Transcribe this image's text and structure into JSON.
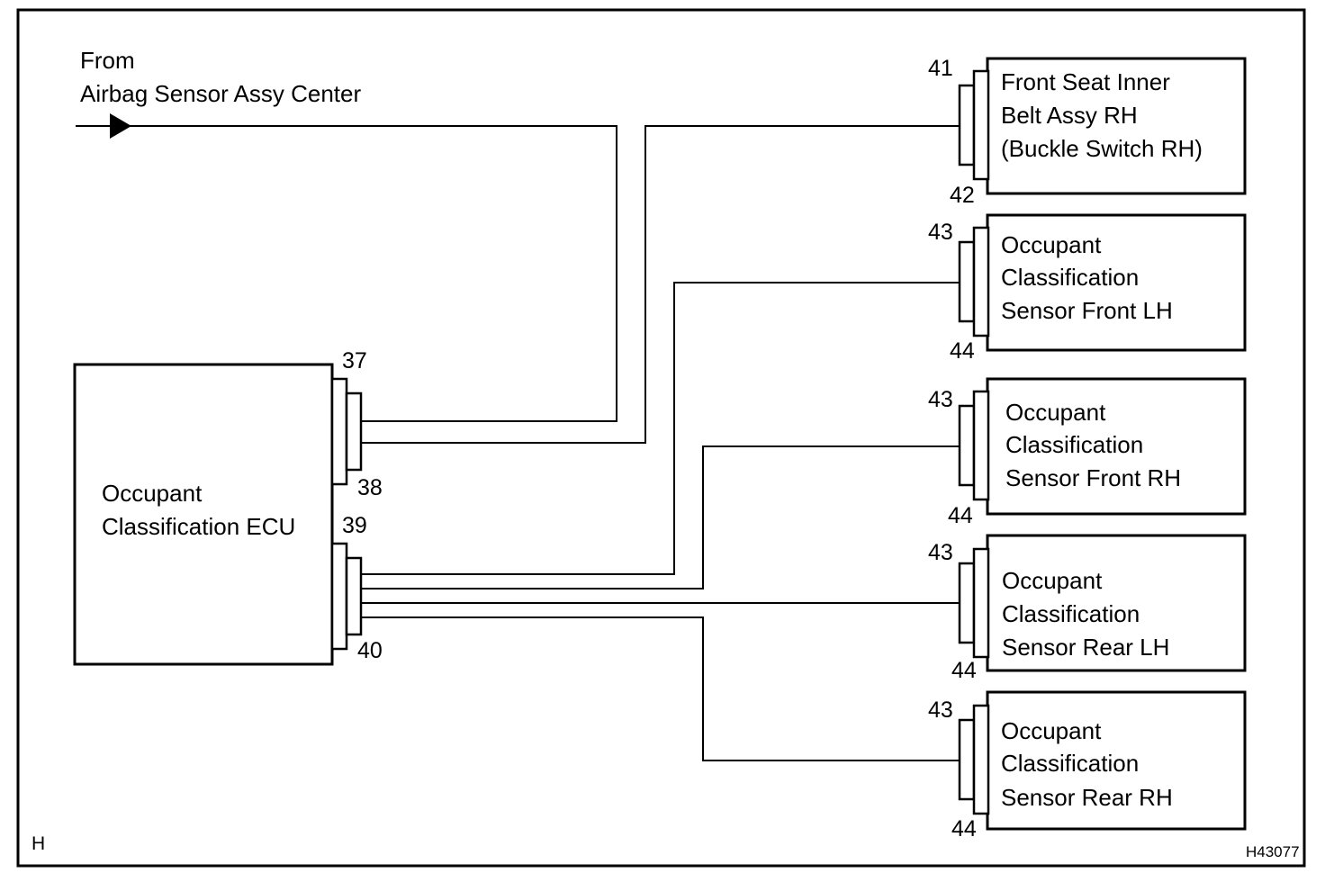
{
  "source": {
    "line1": "From",
    "line2": "Airbag Sensor Assy Center"
  },
  "ecu": {
    "line1": "Occupant",
    "line2": "Classification ECU",
    "pins": [
      "37",
      "38",
      "39",
      "40"
    ]
  },
  "components": [
    {
      "lines": [
        "Front Seat Inner",
        "Belt Assy RH",
        "(Buckle Switch RH)"
      ],
      "pin_top": "41",
      "pin_bottom": "42"
    },
    {
      "lines": [
        "Occupant",
        "Classification",
        "Sensor Front LH"
      ],
      "pin_top": "43",
      "pin_bottom": "44"
    },
    {
      "lines": [
        "Occupant",
        "Classification",
        "Sensor Front RH"
      ],
      "pin_top": "43",
      "pin_bottom": "44"
    },
    {
      "lines": [
        "Occupant",
        "Classification",
        "Sensor Rear LH"
      ],
      "pin_top": "43",
      "pin_bottom": "44"
    },
    {
      "lines": [
        "Occupant",
        "Classification",
        "Sensor Rear RH"
      ],
      "pin_top": "43",
      "pin_bottom": "44"
    }
  ],
  "corner_label": "H",
  "figure_id": "H43077"
}
